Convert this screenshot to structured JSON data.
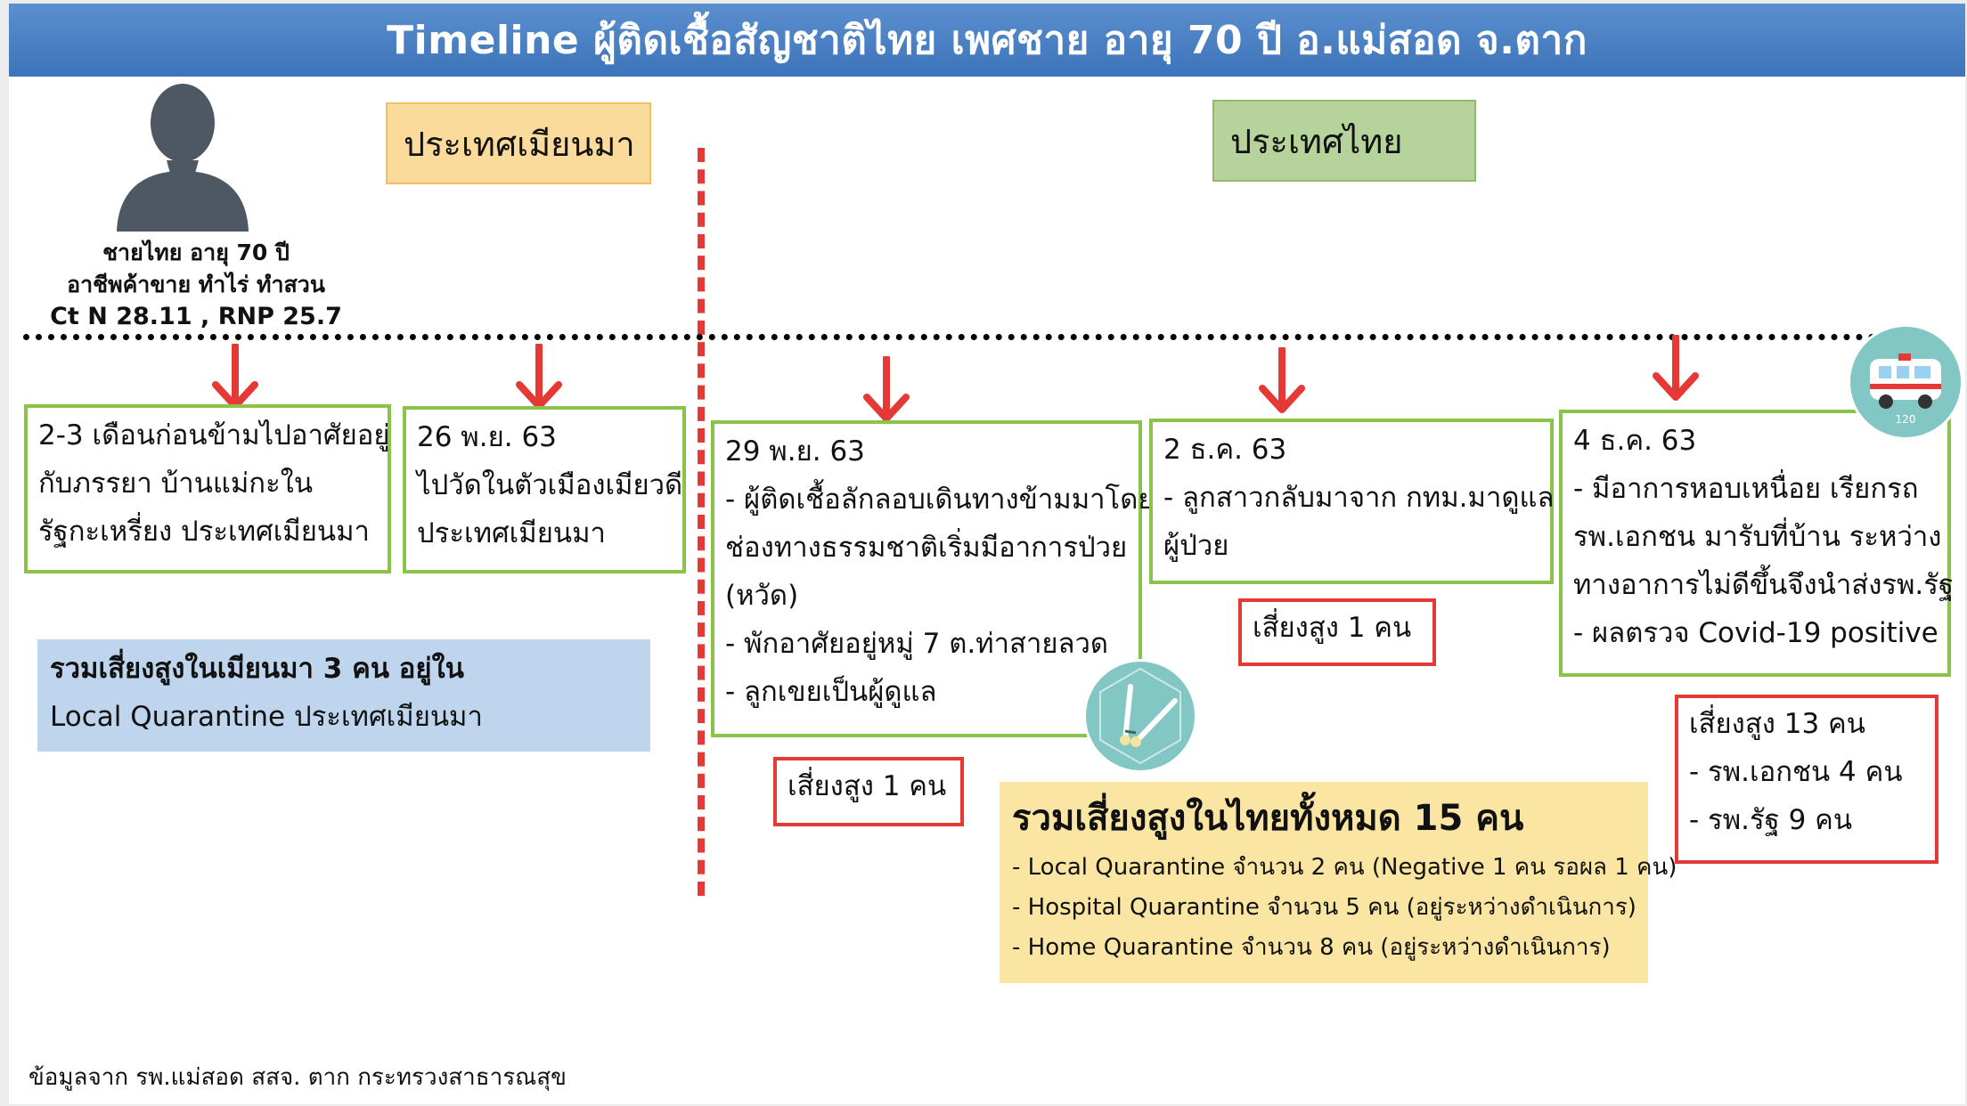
{
  "title": "Timeline ผู้ติดเชื้อสัญชาติไทย  เพศชาย อายุ 70 ปี อ.แม่สอด จ.ตาก",
  "countries": {
    "myanmar": "ประเทศเมียนมา",
    "thailand": "ประเทศไทย"
  },
  "person": {
    "line1": "ชายไทย อายุ 70  ปี",
    "line2": "อาชีพค้าขาย ทำไร่ ทำสวน",
    "line3": "Ct N 28.11 , RNP 25.7"
  },
  "events": [
    {
      "lines": [
        "2-3 เดือนก่อนข้ามไปอาศัยอยู่",
        "กับภรรยา บ้านแม่กะใน",
        "รัฐกะเหรี่ยง  ประเทศเมียนมา"
      ]
    },
    {
      "lines": [
        "26 พ.ย. 63",
        "ไปวัดในตัวเมืองเมียวดี",
        "ประเทศเมียนมา"
      ]
    },
    {
      "lines": [
        "29 พ.ย. 63",
        "- ผู้ติดเชื้อลักลอบเดินทางข้ามมาโดย",
        "ช่องทางธรรมชาติเริ่มมีอาการป่วย",
        "(หวัด)",
        "- พักอาศัยอยู่หมู่ 7 ต.ท่าสายลวด",
        "- ลูกเขยเป็นผู้ดูแล"
      ]
    },
    {
      "lines": [
        "2 ธ.ค. 63",
        "- ลูกสาวกลับมาจาก กทม.มาดูแล",
        "ผู้ป่วย"
      ]
    },
    {
      "lines": [
        "4 ธ.ค. 63",
        "- มีอาการหอบเหนื่อย เรียกรถ",
        "รพ.เอกชน มารับที่บ้าน ระหว่าง",
        "ทางอาการไม่ดีขึ้นจึงนำส่งรพ.รัฐ",
        "- ผลตรวจ Covid-19 positive"
      ]
    }
  ],
  "risk": {
    "myanmar_summary": [
      "รวมเสี่ยงสูงในเมียนมา 3 คน อยู่ใน",
      " Local Quarantine  ประเทศเมียนมา"
    ],
    "nov29": "เสี่ยงสูง 1 คน",
    "dec2": "เสี่ยงสูง 1 คน",
    "dec4": [
      "เสี่ยงสูง 13 คน",
      "- รพ.เอกชน 4 คน",
      "- รพ.รัฐ 9 คน"
    ]
  },
  "thai_summary": {
    "head": "รวมเสี่ยงสูงในไทยทั้งหมด 15 คน",
    "items": [
      "- Local Quarantine จำนวน 2 คน (Negative 1 คน รอผล 1 คน)",
      "- Hospital Quarantine จำนวน 5 คน (อยู่ระหว่างดำเนินการ)",
      "- Home Quarantine จำนวน 8 คน (อยู่ระหว่างดำเนินการ)"
    ]
  },
  "icons": {
    "person": "person-silhouette-icon",
    "swab": "swab-test-icon",
    "ambulance": "ambulance-icon"
  },
  "ambulance_number": "120",
  "source": "ข้อมูลจาก รพ.แม่สอด สสจ. ตาก กระทรวงสาธารณสุข",
  "colors": {
    "title_bar": "#4a80c4",
    "event_border": "#8bc34a",
    "risk_border": "#e53935",
    "divider": "#e53935"
  }
}
